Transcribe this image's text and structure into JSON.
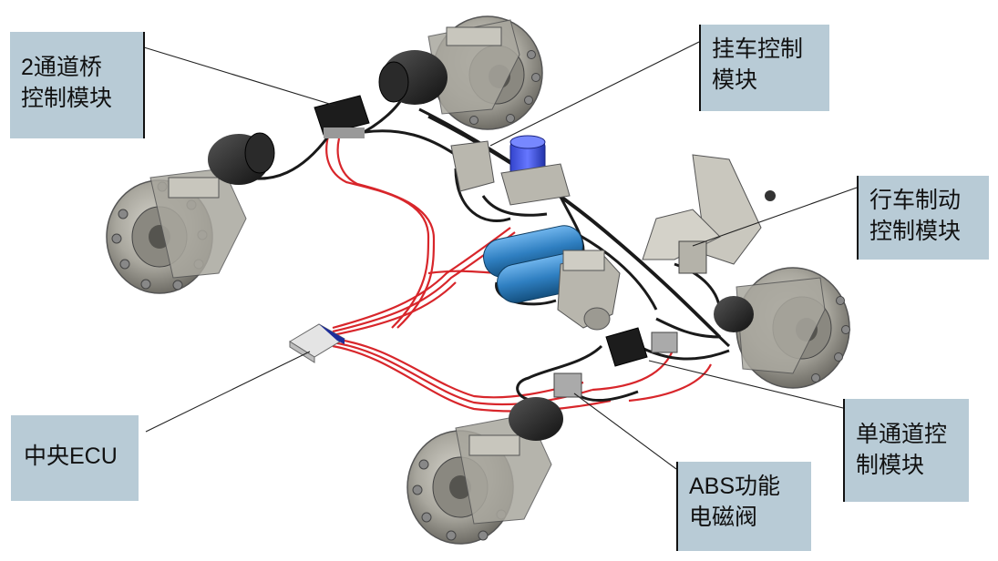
{
  "labels": {
    "axle_module_2ch": "2通道桥\n控制模块",
    "trailer_control": "挂车控制\n模块",
    "service_brake_module": "行车制动\n控制模块",
    "central_ecu": "中央ECU",
    "single_ch_module": "单通道控\n制模块",
    "abs_valve": "ABS功能\n电磁阀"
  },
  "colors": {
    "label_bg": "#b8cbd6",
    "cable": "#d8262b",
    "hose": "#1a1a1a",
    "tank": "#2f7fc1",
    "metal": "#a9a79e"
  }
}
